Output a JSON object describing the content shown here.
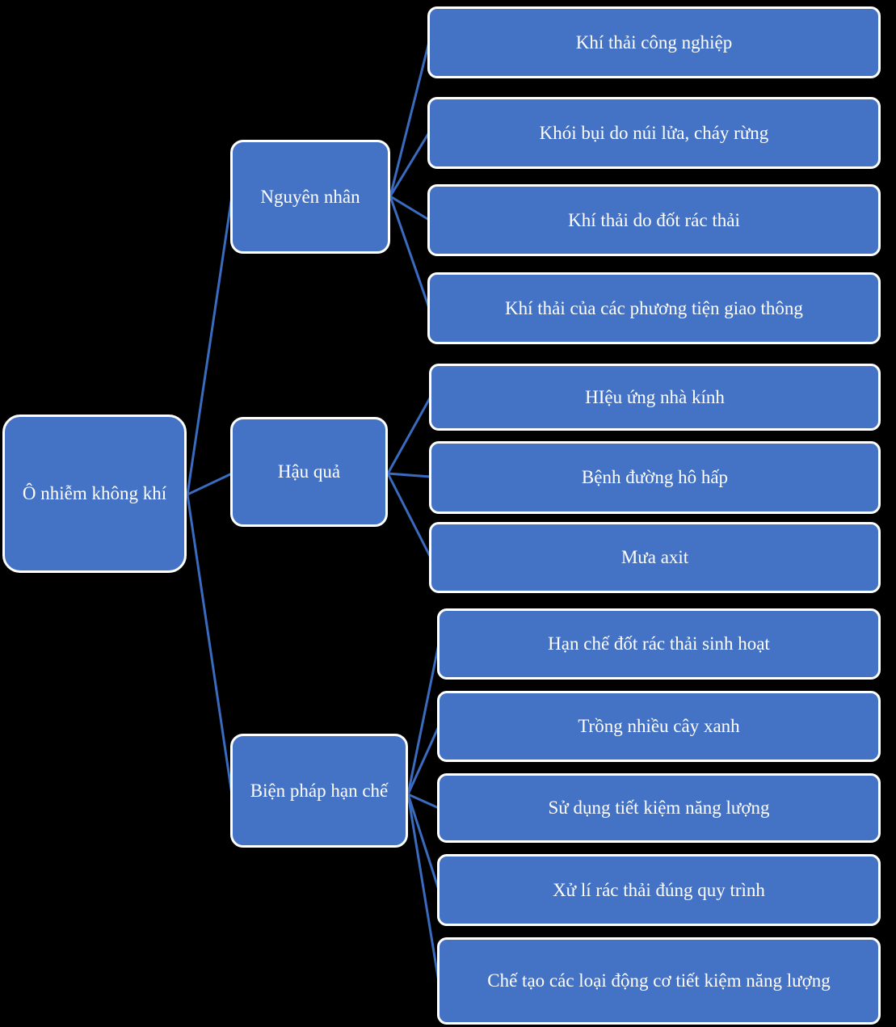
{
  "diagram": {
    "type": "mind-map",
    "background_color": "#000000",
    "node_fill_color": "#4472C4",
    "node_border_color": "#FFFFFF",
    "node_text_color": "#FFFFFF",
    "connector_color": "#3A6BBF",
    "root": {
      "label": "Ô nhiễm không khí"
    },
    "branches": [
      {
        "label": "Nguyên nhân",
        "children": [
          {
            "label": "Khí thải công nghiệp"
          },
          {
            "label": "Khói bụi do núi lửa, cháy rừng"
          },
          {
            "label": "Khí thải do đốt rác thải"
          },
          {
            "label": "Khí thải của các phương tiện giao thông"
          }
        ]
      },
      {
        "label": "Hậu quả",
        "children": [
          {
            "label": "HIệu ứng nhà kính"
          },
          {
            "label": "Bệnh đường hô hấp"
          },
          {
            "label": "Mưa axit"
          }
        ]
      },
      {
        "label": "Biện pháp hạn chế",
        "children": [
          {
            "label": "Hạn chế đốt rác thải sinh hoạt"
          },
          {
            "label": "Trồng nhiều cây xanh"
          },
          {
            "label": "Sử dụng tiết kiệm năng lượng"
          },
          {
            "label": "Xử lí rác thải đúng quy trình"
          },
          {
            "label": "Chế tạo các loại động cơ tiết kiệm năng lượng"
          }
        ]
      }
    ]
  }
}
